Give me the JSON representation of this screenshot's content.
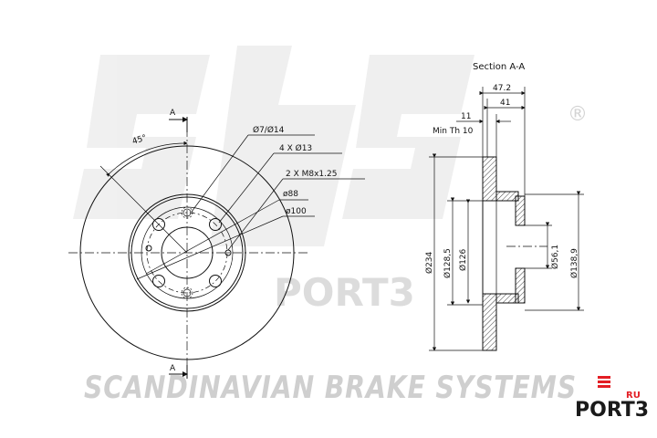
{
  "watermark": {
    "brand_letters": "sbs",
    "registered_mark": "®",
    "port_text": "PORT3",
    "tagline": "SCANDINAVIAN BRAKE SYSTEMS"
  },
  "port3_logo": {
    "name": "PORT3",
    "suffix": "RU",
    "accent_color": "#e31e24"
  },
  "front_view": {
    "section_marker": "A",
    "angle_label": "45°",
    "hole_label": "Ø7/Ø14",
    "bolt_holes_label": "4 X Ø13",
    "thread_label": "2 X M8x1.25",
    "pcd_label": "ø88",
    "hub_label": "ø100"
  },
  "section_view": {
    "title": "Section A-A",
    "dim_total_width": "47.2",
    "dim_hat_height": "41",
    "dim_thickness": "11",
    "min_thickness": "Min Th 10",
    "dia_outer": "Ø234",
    "dia_hub_outer": "Ø128,5",
    "dia_hub_inner": "Ø126",
    "dia_center_bore": "Ø56,1",
    "dia_hat": "Ø138,9"
  }
}
